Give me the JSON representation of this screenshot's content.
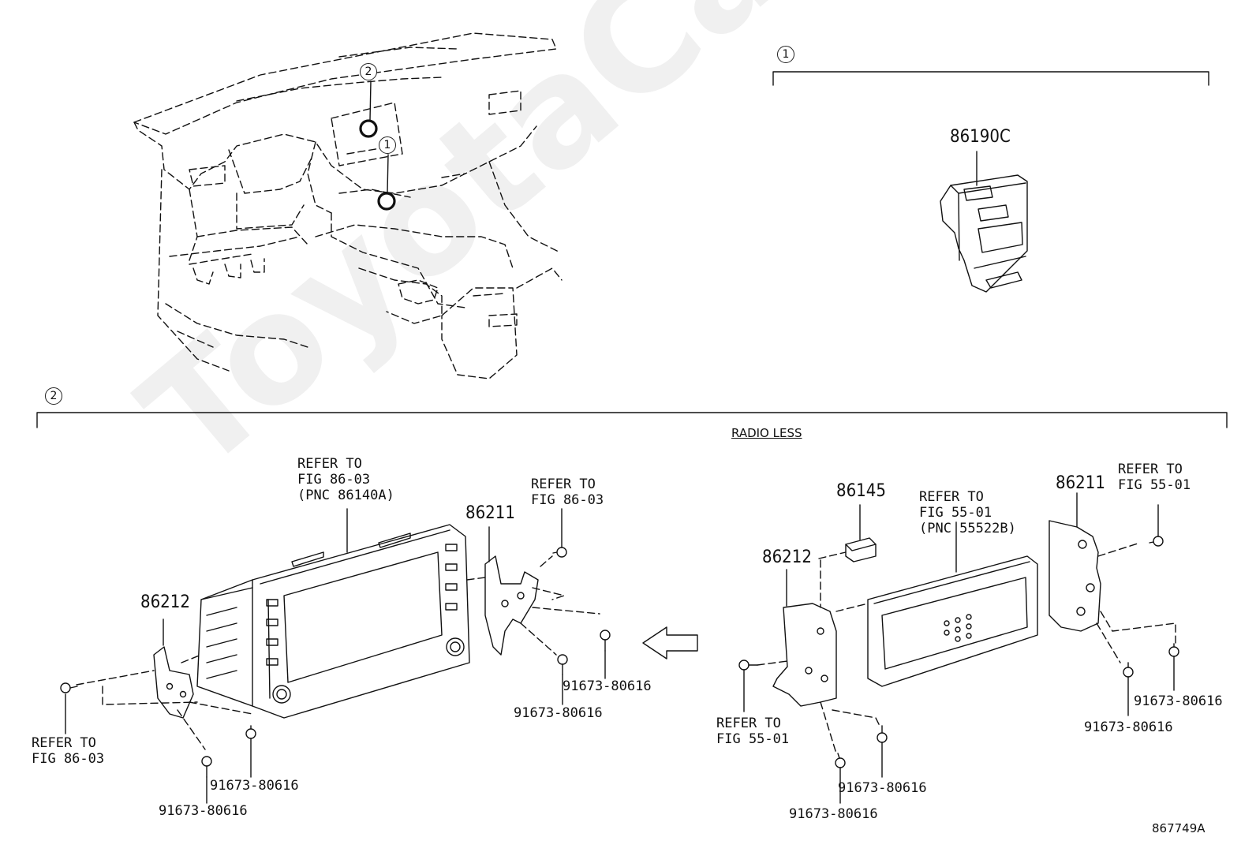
{
  "watermark": "ToyotaCarMine.ru",
  "callouts": {
    "overview_2": "2",
    "overview_1": "1",
    "section_1": "1",
    "section_2": "2"
  },
  "section1": {
    "part_86190C": "86190C"
  },
  "section2": {
    "caption_radio_less": "RADIO LESS",
    "left": {
      "refer_display": [
        "REFER TO",
        "FIG 86-03",
        "(PNC 86140A)"
      ],
      "refer_right_screw": [
        "REFER TO",
        "FIG 86-03"
      ],
      "refer_left_screw": [
        "REFER TO",
        "FIG 86-03"
      ],
      "part_86211": "86211",
      "part_86212": "86212",
      "bolt_a": "91673-80616",
      "bolt_b": "91673-80616",
      "bolt_c": "91673-80616",
      "bolt_d": "91673-80616"
    },
    "right": {
      "part_86145": "86145",
      "refer_panel": [
        "REFER TO",
        "FIG 55-01",
        "(PNC 55522B)"
      ],
      "part_86211": "86211",
      "refer_right_screw": [
        "REFER TO",
        "FIG 55-01"
      ],
      "part_86212": "86212",
      "refer_left_screw": [
        "REFER TO",
        "FIG 55-01"
      ],
      "bolt_a": "91673-80616",
      "bolt_b": "91673-80616",
      "bolt_c": "91673-80616",
      "bolt_d": "91673-80616"
    }
  },
  "diagram_id": "867749A"
}
